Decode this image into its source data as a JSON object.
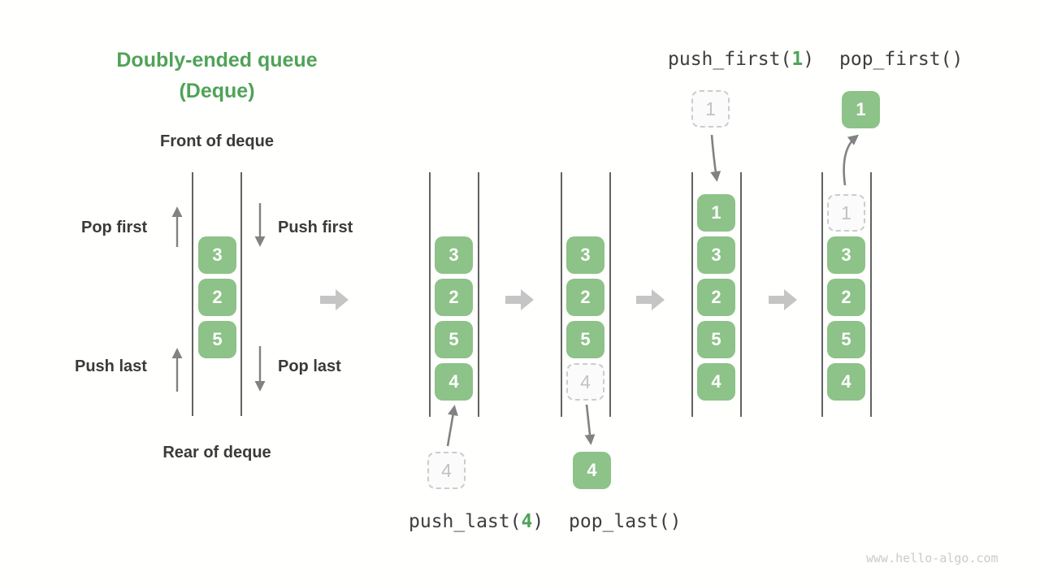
{
  "colors": {
    "green_box": "#8dc288",
    "green_text": "#4fa357",
    "label_dark": "#3a3a3a",
    "code_dark": "#3e3e3e",
    "wall_gray": "#626262",
    "arrow_gray": "#828282",
    "block_arrow": "#c5c5c5",
    "ghost_border": "#cccccc",
    "ghost_text": "#c2c2c2",
    "watermark_gray": "#cbcbcb"
  },
  "title": {
    "line1": "Doubly-ended queue",
    "line2": "(Deque)"
  },
  "labels": {
    "front": "Front of deque",
    "rear": "Rear of deque",
    "pop_first": "Pop first",
    "push_first": "Push first",
    "push_last": "Push last",
    "pop_last": "Pop last"
  },
  "operations": {
    "push_first": {
      "prefix": "push_first(",
      "arg": "1",
      "suffix": ")"
    },
    "pop_first": {
      "text": "pop_first()"
    },
    "push_last": {
      "prefix": "push_last(",
      "arg": "4",
      "suffix": ")"
    },
    "pop_last": {
      "text": "pop_last()"
    }
  },
  "deques": {
    "initial": {
      "cells": [
        "3",
        "2",
        "5"
      ]
    },
    "after_push_last": {
      "cells": [
        "3",
        "2",
        "5",
        "4"
      ],
      "incoming": "4"
    },
    "after_pop_last": {
      "cells": [
        "3",
        "2",
        "5"
      ],
      "ghost": "4",
      "outgoing": "4"
    },
    "after_push_first": {
      "cells": [
        "1",
        "3",
        "2",
        "5",
        "4"
      ],
      "incoming": "1"
    },
    "after_pop_first": {
      "cells": [
        "3",
        "2",
        "5",
        "4"
      ],
      "ghost": "1",
      "outgoing": "1"
    }
  },
  "watermark": "www.hello-algo.com"
}
